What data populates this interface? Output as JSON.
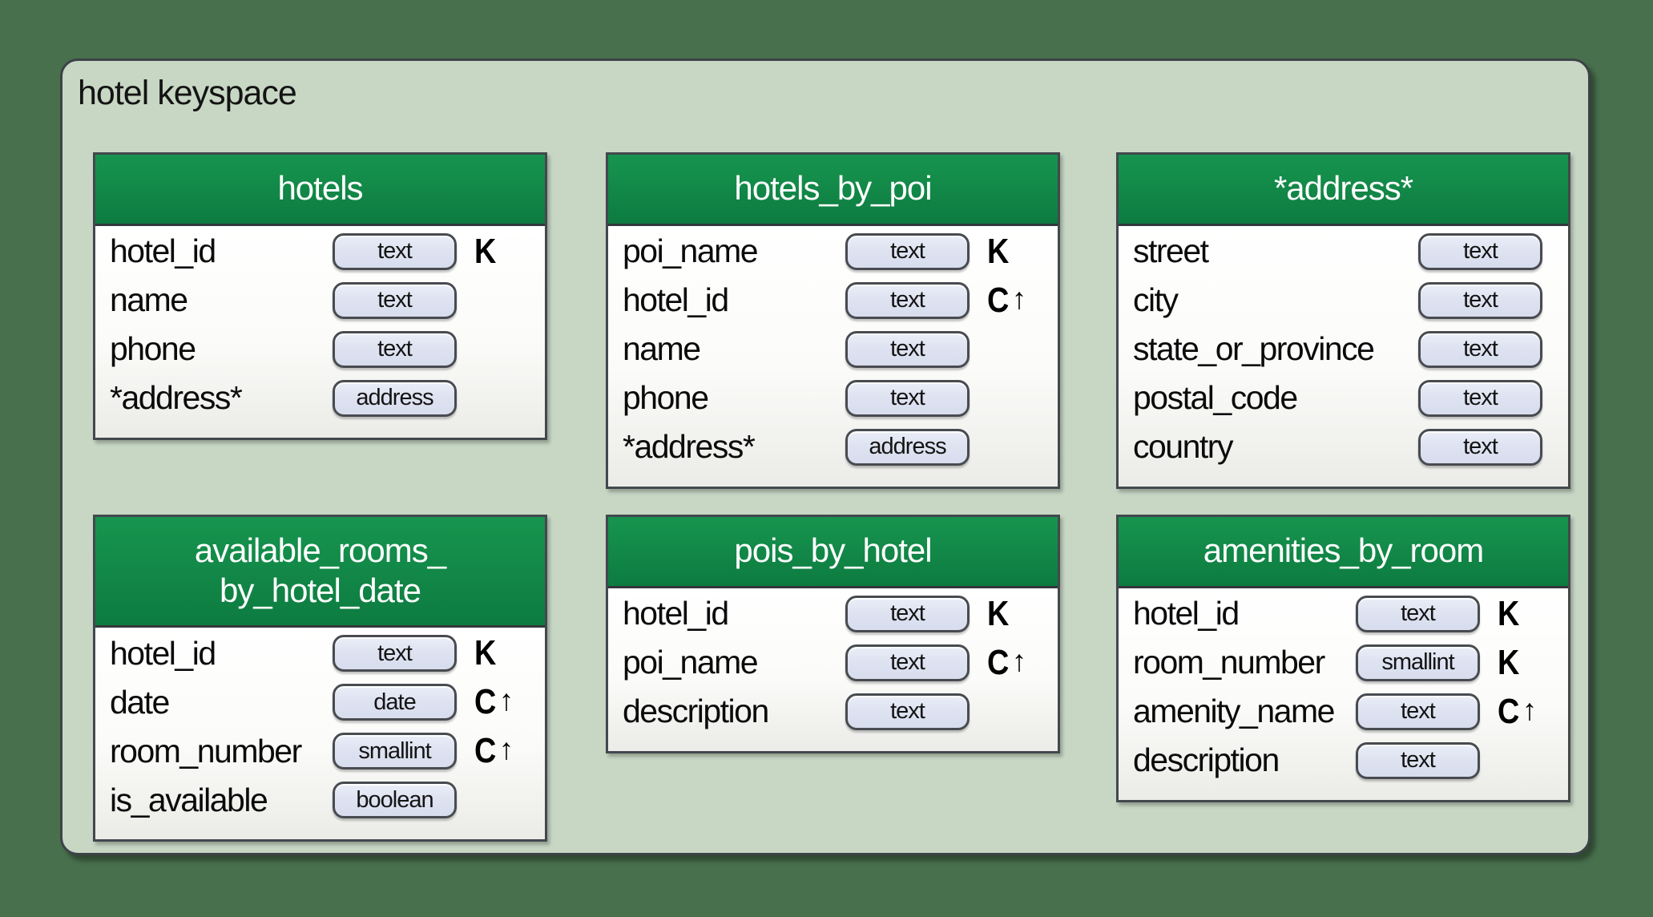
{
  "keyspace": {
    "title": "hotel keyspace",
    "colors": {
      "outer_background": "#48704d",
      "keyspace_background": "#c7d7c4",
      "table_header_top": "#17954f",
      "table_header_bottom": "#0d7b40",
      "pill_background": "#dfe3f1"
    },
    "key_legend": {
      "partition_key": "K",
      "clustering_column_ascending": "C↑"
    },
    "tables": [
      {
        "id": "hotels",
        "title_lines": [
          "hotels"
        ],
        "fields": [
          {
            "name": "hotel_id",
            "type": "text",
            "key": "K",
            "arrow": ""
          },
          {
            "name": "name",
            "type": "text",
            "key": "",
            "arrow": ""
          },
          {
            "name": "phone",
            "type": "text",
            "key": "",
            "arrow": ""
          },
          {
            "name": "*address*",
            "type": "address",
            "key": "",
            "arrow": ""
          }
        ]
      },
      {
        "id": "hotels-by-poi",
        "title_lines": [
          "hotels_by_poi"
        ],
        "fields": [
          {
            "name": "poi_name",
            "type": "text",
            "key": "K",
            "arrow": ""
          },
          {
            "name": "hotel_id",
            "type": "text",
            "key": "C",
            "arrow": "↑"
          },
          {
            "name": "name",
            "type": "text",
            "key": "",
            "arrow": ""
          },
          {
            "name": "phone",
            "type": "text",
            "key": "",
            "arrow": ""
          },
          {
            "name": "*address*",
            "type": "address",
            "key": "",
            "arrow": ""
          }
        ]
      },
      {
        "id": "address",
        "title_lines": [
          "*address*"
        ],
        "fields": [
          {
            "name": "street",
            "type": "text",
            "key": "",
            "arrow": ""
          },
          {
            "name": "city",
            "type": "text",
            "key": "",
            "arrow": ""
          },
          {
            "name": "state_or_province",
            "type": "text",
            "key": "",
            "arrow": ""
          },
          {
            "name": "postal_code",
            "type": "text",
            "key": "",
            "arrow": ""
          },
          {
            "name": "country",
            "type": "text",
            "key": "",
            "arrow": ""
          }
        ]
      },
      {
        "id": "available-rooms-by-hotel-date",
        "title_lines": [
          "available_rooms_",
          "by_hotel_date"
        ],
        "fields": [
          {
            "name": "hotel_id",
            "type": "text",
            "key": "K",
            "arrow": ""
          },
          {
            "name": "date",
            "type": "date",
            "key": "C",
            "arrow": "↑"
          },
          {
            "name": "room_number",
            "type": "smallint",
            "key": "C",
            "arrow": "↑"
          },
          {
            "name": "is_available",
            "type": "boolean",
            "key": "",
            "arrow": ""
          }
        ]
      },
      {
        "id": "pois-by-hotel",
        "title_lines": [
          "pois_by_hotel"
        ],
        "fields": [
          {
            "name": "hotel_id",
            "type": "text",
            "key": "K",
            "arrow": ""
          },
          {
            "name": "poi_name",
            "type": "text",
            "key": "C",
            "arrow": "↑"
          },
          {
            "name": "description",
            "type": "text",
            "key": "",
            "arrow": ""
          }
        ]
      },
      {
        "id": "amenities-by-room",
        "title_lines": [
          "amenities_by_room"
        ],
        "fields": [
          {
            "name": "hotel_id",
            "type": "text",
            "key": "K",
            "arrow": ""
          },
          {
            "name": "room_number",
            "type": "smallint",
            "key": "K",
            "arrow": ""
          },
          {
            "name": "amenity_name",
            "type": "text",
            "key": "C",
            "arrow": "↑"
          },
          {
            "name": "description",
            "type": "text",
            "key": "",
            "arrow": ""
          }
        ]
      }
    ]
  }
}
